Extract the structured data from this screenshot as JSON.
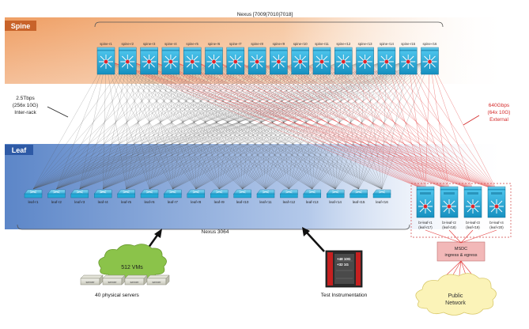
{
  "spine": {
    "label": "Spine",
    "platform": "Nexus [7009|7010|7018]",
    "switches": [
      "spine-r1",
      "spine-r2",
      "spine-r3",
      "spine-r4",
      "spine-r5",
      "spine-r6",
      "spine-r7",
      "spine-r8",
      "spine-r9",
      "spine-r10",
      "spine-r11",
      "spine-r12",
      "spine-r13",
      "spine-r14",
      "spine-r15",
      "spine-r16"
    ]
  },
  "leaf": {
    "label": "Leaf",
    "platform": "Nexus 3064",
    "switches": [
      "leaf-r1",
      "leaf-r2",
      "leaf-r3",
      "leaf-r4",
      "leaf-r5",
      "leaf-r6",
      "leaf-r7",
      "leaf-r8",
      "leaf-r9",
      "leaf-r10",
      "leaf-r11",
      "leaf-r12",
      "leaf-r13",
      "leaf-r14",
      "leaf-r15",
      "leaf-r16"
    ],
    "border_leaves": [
      {
        "line1": "br-leaf-r1",
        "line2": "(leaf-r17)"
      },
      {
        "line1": "br-leaf-r2",
        "line2": "(leaf-r18)"
      },
      {
        "line1": "br-leaf-r3",
        "line2": "(leaf-r19)"
      },
      {
        "line1": "br-leaf-r4",
        "line2": "(leaf-r20)"
      }
    ]
  },
  "inter_rack": {
    "line1": "2.5Tbps",
    "line2": "(256x 10G)",
    "line3": "Inter-rack"
  },
  "external": {
    "line1": "640Gbps",
    "line2": "(64x 10G)",
    "line3": "External"
  },
  "vm_cloud": {
    "label": "512 VMs"
  },
  "servers": {
    "item_label": "server",
    "count": 4,
    "caption": "40 physical servers"
  },
  "test_equipment": {
    "line1": "+48 10G",
    "line2": "+32 1G",
    "caption": "Test Instrumentation"
  },
  "msdc": {
    "line1": "MSDC",
    "line2": "ingress & egress"
  },
  "public_network": {
    "line1": "Public",
    "line2": "Network"
  },
  "colors": {
    "spine_band": "#f0a36e",
    "leaf_band": "#5f87c9",
    "switch_blue": "#22a8d6",
    "inter_rack_link": "#555555",
    "external_link": "#e43a3a"
  }
}
